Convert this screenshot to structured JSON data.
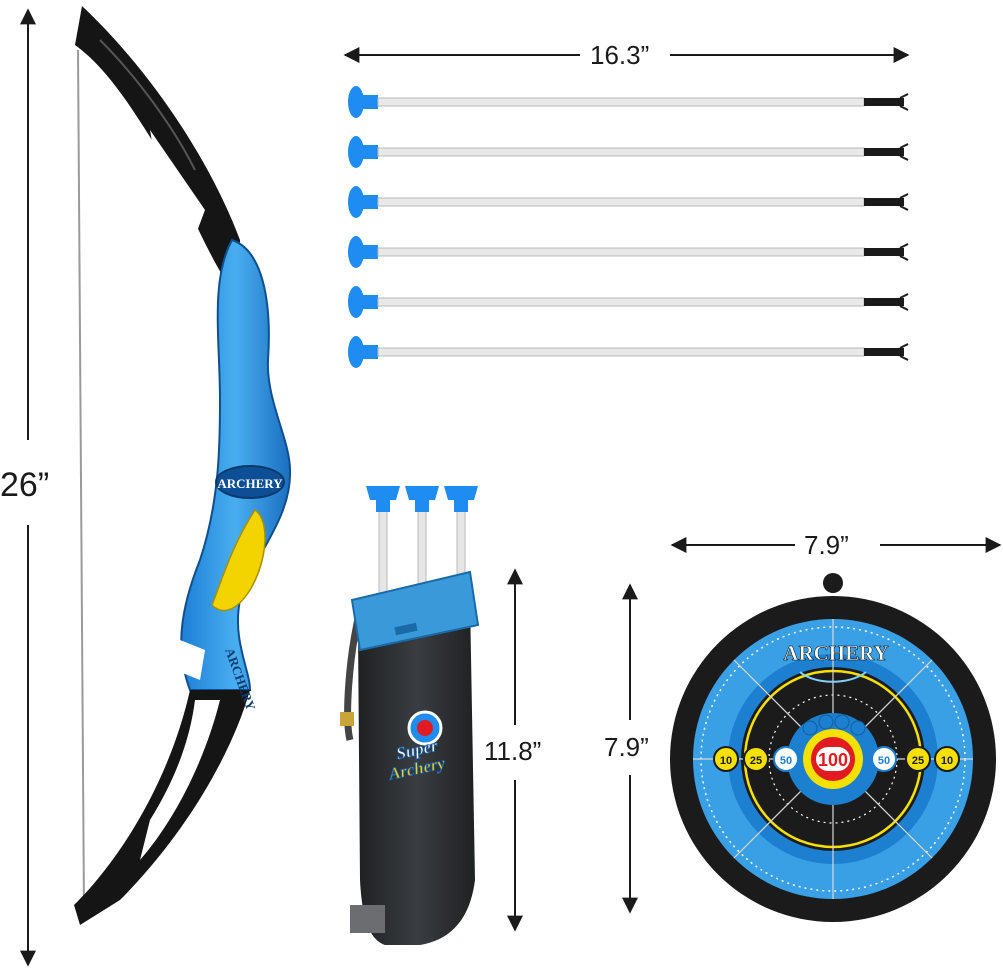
{
  "dimensions": {
    "bow_height": "26”",
    "arrow_length": "16.3”",
    "quiver_height": "11.8”",
    "target_width": "7.9”",
    "target_height": "7.9”"
  },
  "bow": {
    "label": "ARCHERY",
    "grip_label": "ARCHERY"
  },
  "arrows": {
    "count": 6,
    "tip_color": "#1e8cf0",
    "shaft_color": "#e8e8e8",
    "nock_color": "#1a1a1a"
  },
  "quiver": {
    "logo_line1": "Super",
    "logo_line2": "Archery",
    "color": "#2b2d30",
    "accent": "#3a9ad9",
    "arrow_count": 3
  },
  "target": {
    "title": "ARCHERY",
    "bullseye": "100",
    "scores": {
      "outer_left": "10",
      "mid_left": "25",
      "inner_left": "50",
      "inner_right": "50",
      "mid_right": "25",
      "outer_right": "10"
    },
    "colors": {
      "outer": "#1b1b1b",
      "blue": "#3aa0e6",
      "yellow": "#f5e000",
      "red": "#e21b22"
    }
  }
}
